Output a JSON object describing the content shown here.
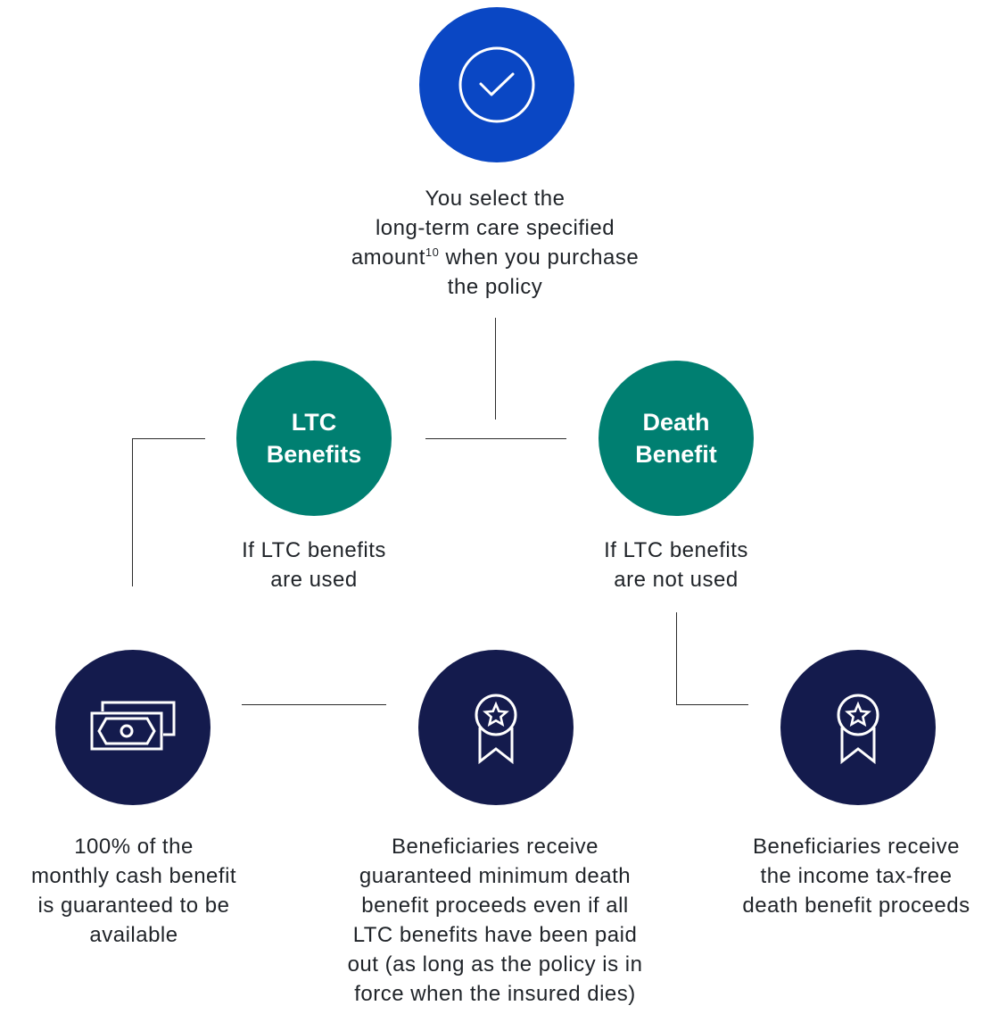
{
  "top": {
    "lines": [
      "You select the",
      "long-term care specified",
      "when you purchase",
      "the policy"
    ],
    "amount_word": "amount",
    "footnote": "10"
  },
  "ltc": {
    "title_lines": [
      "LTC",
      "Benefits"
    ],
    "caption_lines": [
      "If LTC benefits",
      "are used"
    ]
  },
  "death": {
    "title_lines": [
      "Death",
      "Benefit"
    ],
    "caption_lines": [
      "If LTC benefits",
      "are not used"
    ]
  },
  "outcomes": {
    "cash": {
      "icon": "cash-icon",
      "lines": [
        "100% of the",
        "monthly cash benefit",
        "is guaranteed to be",
        "available"
      ]
    },
    "minimum": {
      "icon": "award-ribbon-icon",
      "lines": [
        "Beneficiaries receive",
        "guaranteed minimum death",
        "benefit proceeds even if all",
        "LTC benefits have been paid",
        "out (as long as the policy is in",
        "force when the insured dies)"
      ]
    },
    "taxfree": {
      "icon": "award-ribbon-icon",
      "lines": [
        "Beneficiaries receive",
        "the income tax-free",
        "death benefit proceeds"
      ]
    }
  },
  "colors": {
    "top_circle": "#0a47c4",
    "green_circle": "#007f71",
    "navy_circle": "#141b4d",
    "connector": "#2b2b2b"
  }
}
